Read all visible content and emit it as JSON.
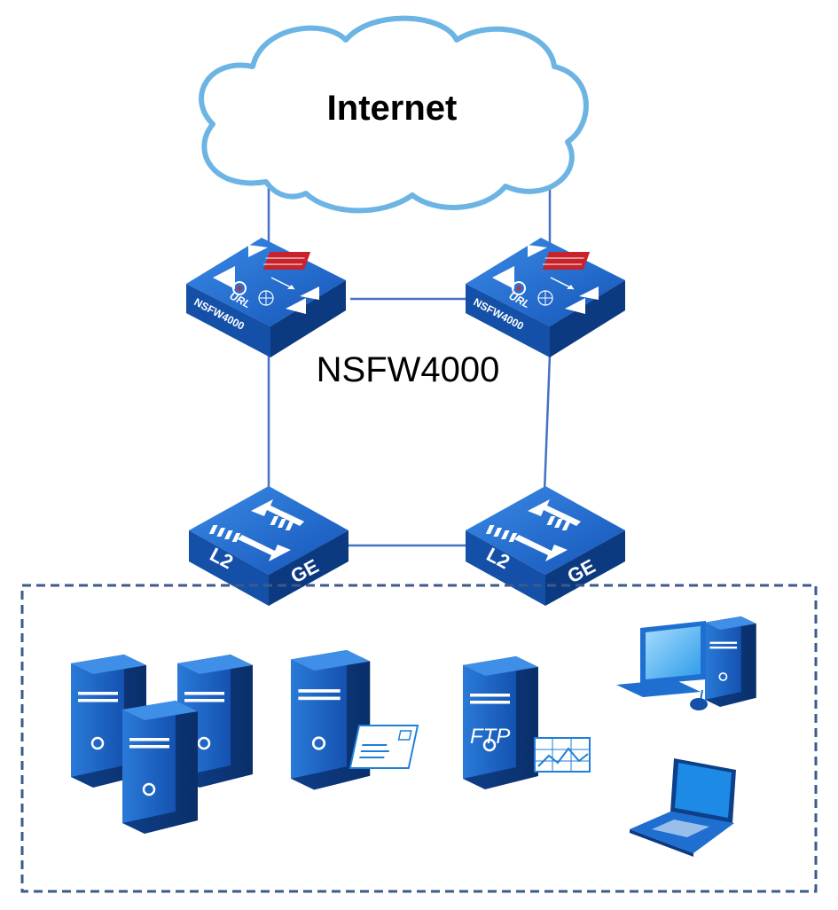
{
  "diagram": {
    "cloud": {
      "label": "Internet"
    },
    "firewall_group_label": "NSFW4000",
    "firewalls": [
      {
        "model": "NSFW4000",
        "badge": "URL"
      },
      {
        "model": "NSFW4000",
        "badge": "URL"
      }
    ],
    "switches": [
      {
        "layer": "L2",
        "speed": "GE"
      },
      {
        "layer": "L2",
        "speed": "GE"
      }
    ],
    "servers": {
      "ftp_label": "FTP"
    },
    "colors": {
      "link": "#4472c4",
      "cloud_outline": "#6cb4e4",
      "device_blue": "#1c64c8",
      "device_dark": "#0e3f8a",
      "lan_border": "#3c5a8c",
      "firewall_brick": "#d0282e"
    },
    "icons": [
      "cloud-icon",
      "firewall-icon",
      "switch-icon",
      "server-icon",
      "mail-server-icon",
      "ftp-server-icon",
      "desktop-pc-icon",
      "laptop-icon"
    ]
  }
}
